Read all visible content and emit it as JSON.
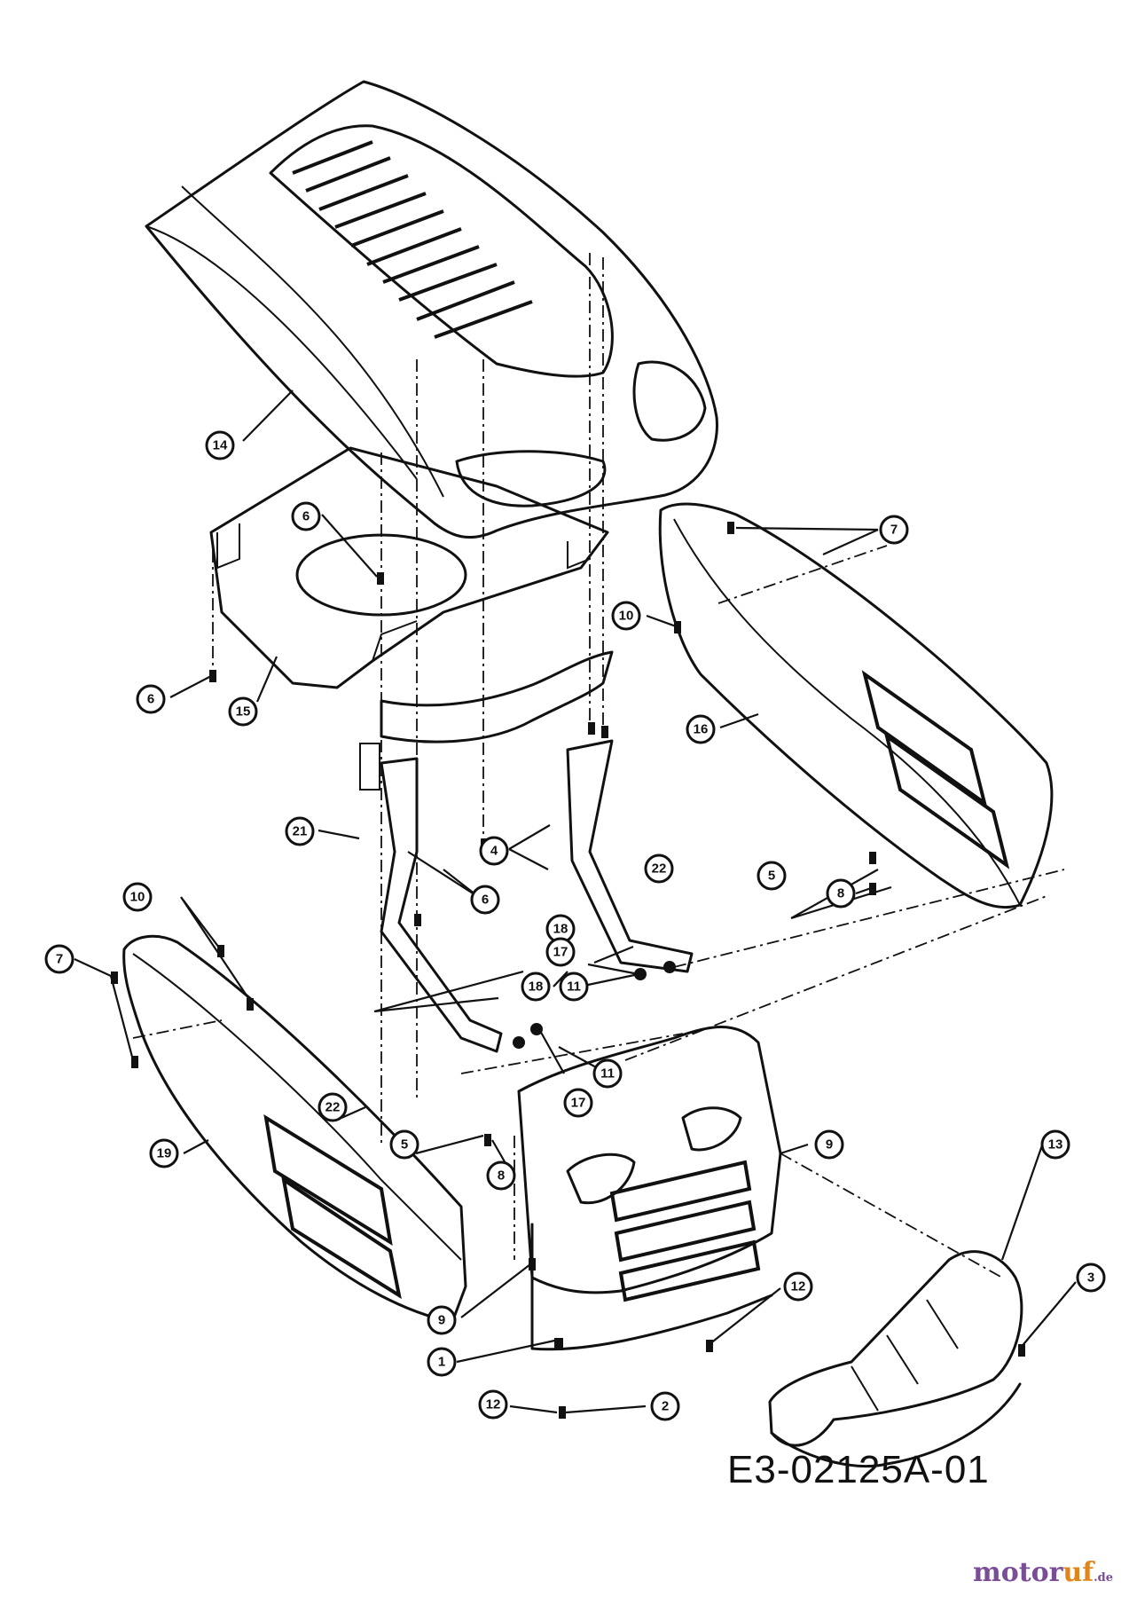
{
  "diagram": {
    "drawing_number": "E3-02125A-01",
    "watermark": {
      "main": "motor",
      "accent": "uf",
      "tld": ".de"
    },
    "callouts": [
      {
        "id": "c14",
        "label": "14",
        "part": "hood"
      },
      {
        "id": "c6a",
        "label": "6",
        "part": "screw"
      },
      {
        "id": "c6b",
        "label": "6",
        "part": "screw"
      },
      {
        "id": "c15",
        "label": "15",
        "part": "hood-support-tray"
      },
      {
        "id": "c7a",
        "label": "7",
        "part": "screw"
      },
      {
        "id": "c10a",
        "label": "10",
        "part": "clip"
      },
      {
        "id": "c16",
        "label": "16",
        "part": "right-side-panel"
      },
      {
        "id": "c21",
        "label": "21",
        "part": "bracket"
      },
      {
        "id": "c4",
        "label": "4",
        "part": "bolt"
      },
      {
        "id": "c6c",
        "label": "6",
        "part": "screw"
      },
      {
        "id": "c22a",
        "label": "22",
        "part": "hood-frame"
      },
      {
        "id": "c5a",
        "label": "5",
        "part": "screw"
      },
      {
        "id": "c8a",
        "label": "8",
        "part": "nut"
      },
      {
        "id": "c10b",
        "label": "10",
        "part": "clip"
      },
      {
        "id": "c7b",
        "label": "7",
        "part": "screw"
      },
      {
        "id": "c18a",
        "label": "18",
        "part": "bushing"
      },
      {
        "id": "c17a",
        "label": "17",
        "part": "washer"
      },
      {
        "id": "c18b",
        "label": "18",
        "part": "bushing"
      },
      {
        "id": "c11a",
        "label": "11",
        "part": "nut"
      },
      {
        "id": "c22b",
        "label": "22",
        "part": "hood-frame"
      },
      {
        "id": "c11b",
        "label": "11",
        "part": "nut"
      },
      {
        "id": "c17b",
        "label": "17",
        "part": "washer"
      },
      {
        "id": "c19",
        "label": "19",
        "part": "left-side-panel"
      },
      {
        "id": "c5b",
        "label": "5",
        "part": "screw"
      },
      {
        "id": "c8b",
        "label": "8",
        "part": "nut"
      },
      {
        "id": "c9a",
        "label": "9",
        "part": "grille"
      },
      {
        "id": "c13",
        "label": "13",
        "part": "front-bumper-cover"
      },
      {
        "id": "c3",
        "label": "3",
        "part": "screw"
      },
      {
        "id": "c12a",
        "label": "12",
        "part": "screw"
      },
      {
        "id": "c9b",
        "label": "9",
        "part": "grille"
      },
      {
        "id": "c1",
        "label": "1",
        "part": "front-grille-bracket"
      },
      {
        "id": "c12b",
        "label": "12",
        "part": "screw"
      },
      {
        "id": "c2",
        "label": "2",
        "part": "bolt"
      }
    ]
  }
}
